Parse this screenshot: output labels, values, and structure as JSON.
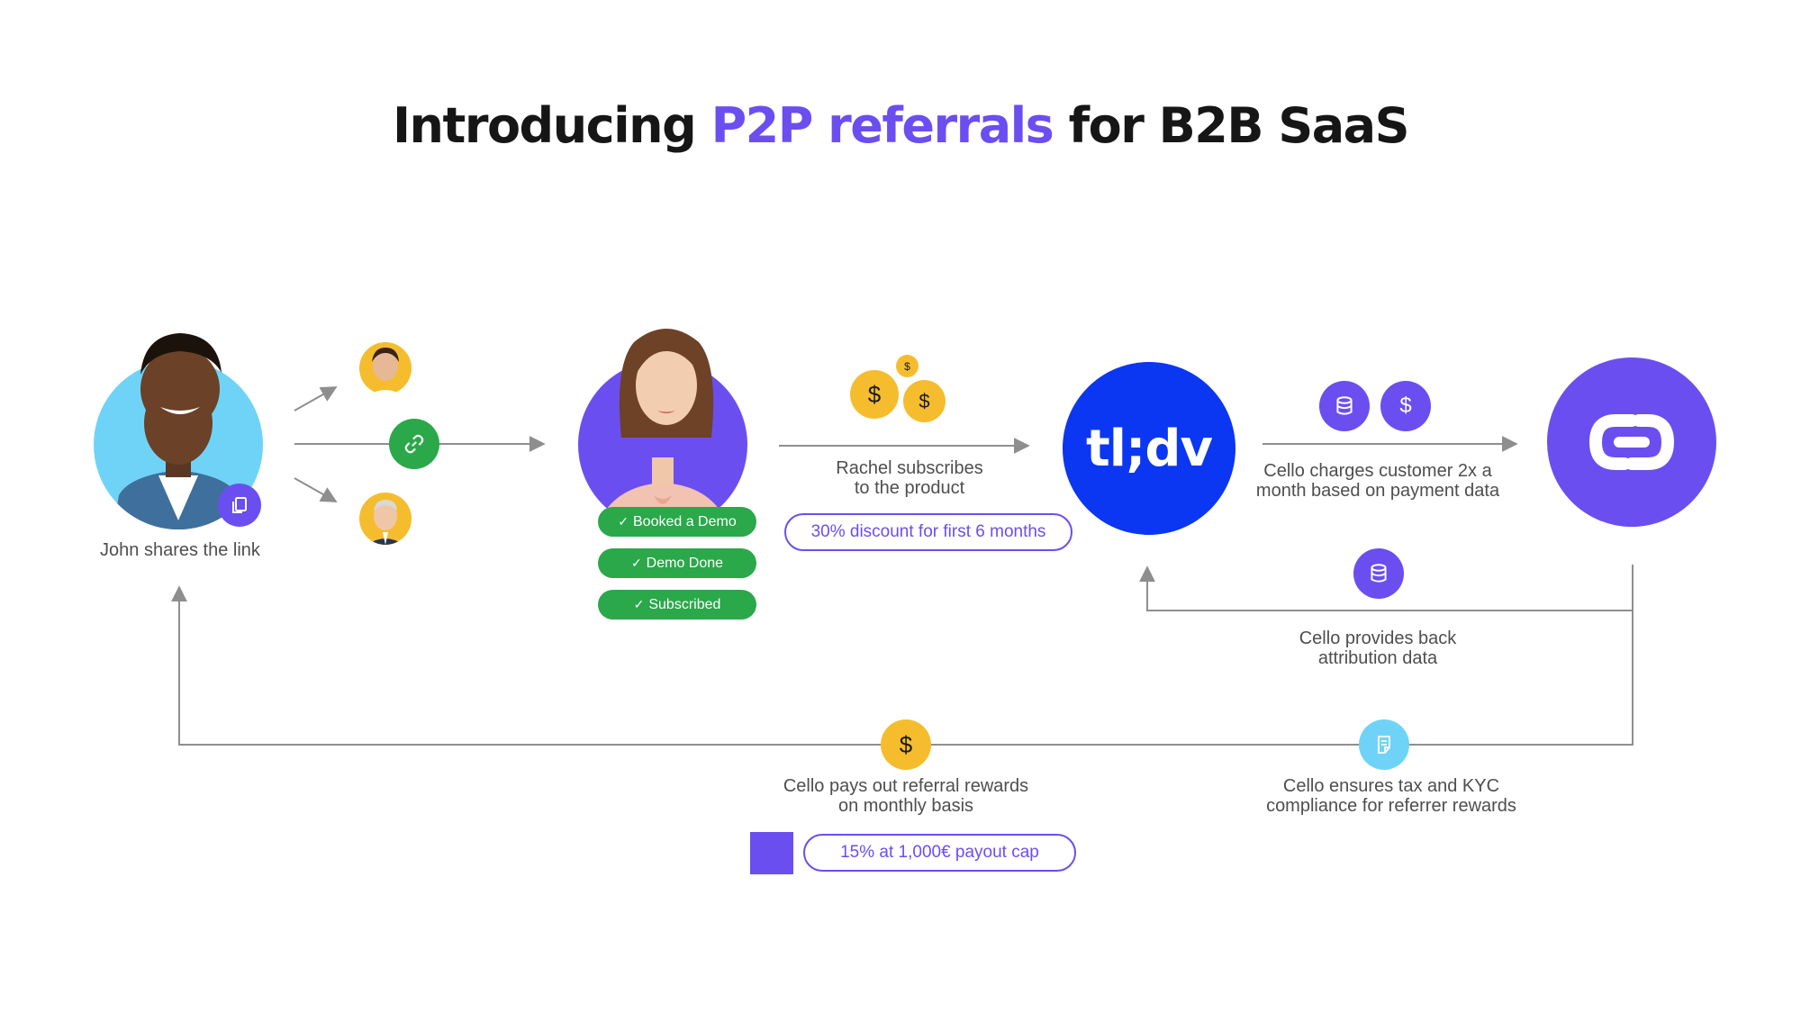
{
  "title": {
    "part1": "Introducing ",
    "accent": "P2P referrals",
    "part2": " for B2B SaaS"
  },
  "colors": {
    "accent": "#6b4ef0",
    "green": "#2aa84a",
    "gold": "#f5bd2e",
    "tldv_blue": "#0b36f2",
    "light_blue": "#6fd3f7",
    "line": "#8e8e8e"
  },
  "referrer": {
    "caption": "John shares the link",
    "copy_icon": "copy-icon",
    "link_icon": "link-icon"
  },
  "referee": {
    "stages": [
      "Booked a Demo",
      "Demo Done",
      "Subscribed"
    ]
  },
  "subscribe": {
    "line1": "Rachel subscribes",
    "line2": "to the product",
    "coin_symbol": "$",
    "discount": "30% discount for first 6 months"
  },
  "tldv": {
    "logo_text": "tl;dv"
  },
  "charges": {
    "line1": "Cello charges customer 2x a",
    "line2": "month based on payment data",
    "icons": [
      "database-icon",
      "dollar-icon"
    ]
  },
  "attribution": {
    "line1": "Cello provides back",
    "line2": "attribution data",
    "icon": "database-icon"
  },
  "payout": {
    "line1": "Cello pays out referral rewards",
    "line2": "on monthly basis",
    "coin_symbol": "$",
    "cap": "15% at 1,000€ payout cap"
  },
  "compliance": {
    "line1": "Cello ensures tax and KYC",
    "line2": "compliance for referrer rewards",
    "icon": "document-icon"
  }
}
